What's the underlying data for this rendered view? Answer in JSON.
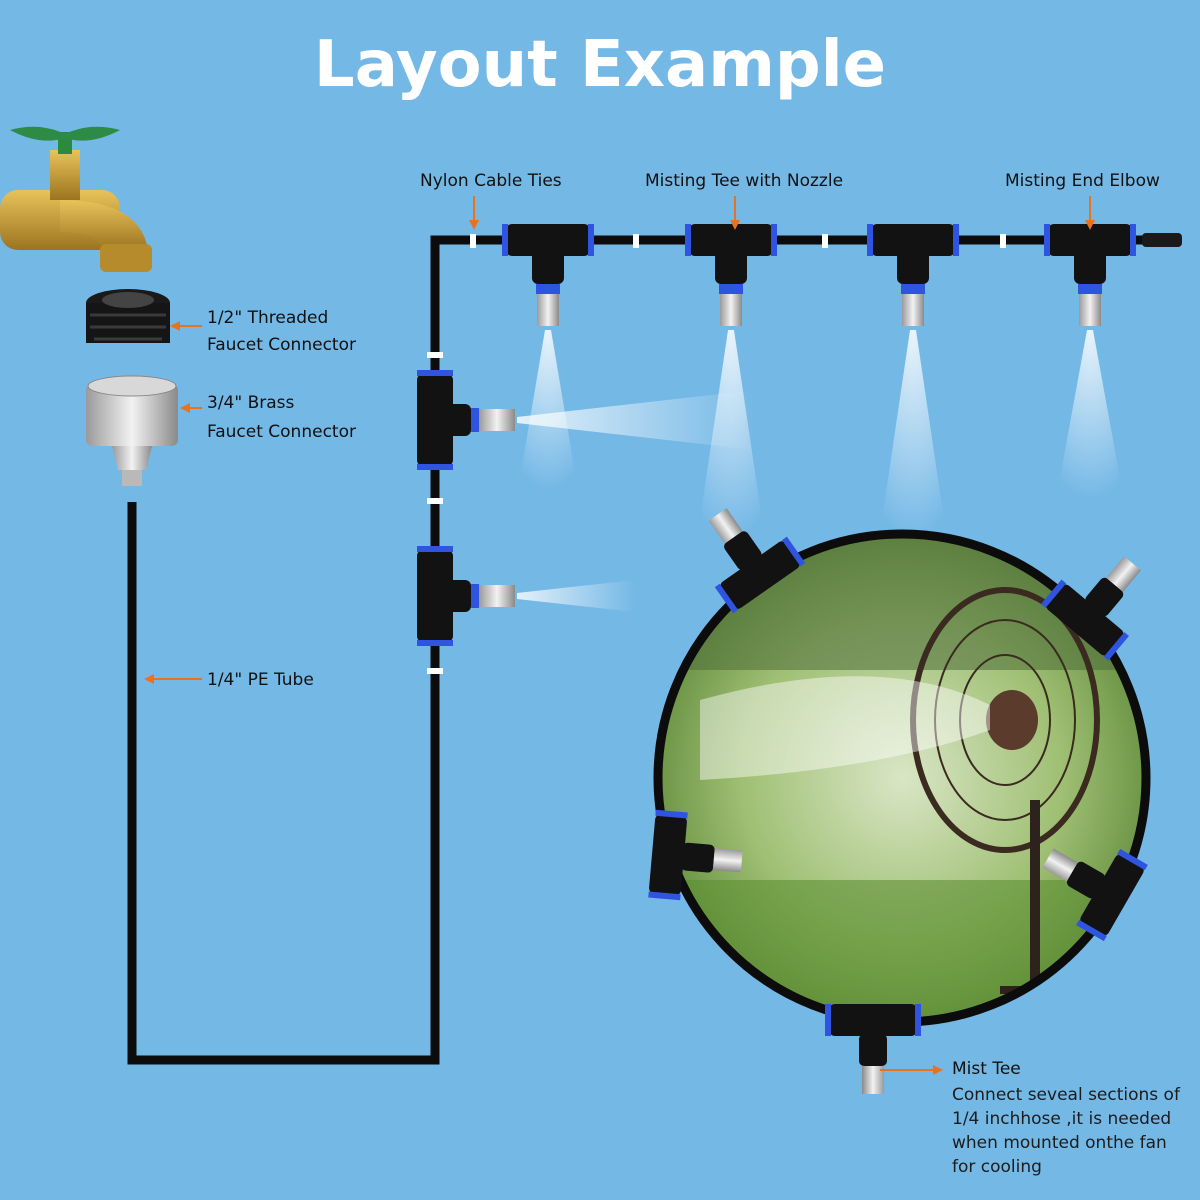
{
  "title": "Layout Example",
  "labels": {
    "nylon_cable_ties": "Nylon Cable Ties",
    "misting_tee": "Misting Tee with Nozzle",
    "end_elbow": "Misting End Elbow",
    "threaded_connector_1": "1/2\" Threaded",
    "threaded_connector_2": "Faucet Connector",
    "brass_connector_1": "3/4\" Brass",
    "brass_connector_2": "Faucet Connector",
    "pe_tube": "1/4\" PE Tube",
    "mist_tee_title": "Mist Tee",
    "mist_tee_desc": [
      "Connect seveal sections of",
      "1/4 inchhose ,it is needed",
      "when mounted onthe fan",
      "for cooling"
    ]
  },
  "colors": {
    "background": "#74b8e6",
    "tube": "#0c0c0c",
    "connector_blue": "#2f55e0",
    "arrow": "#e8731c",
    "brass": "#c9a13a"
  },
  "icons": [
    "faucet-icon",
    "threaded-connector-icon",
    "brass-connector-icon",
    "fan-icon"
  ]
}
